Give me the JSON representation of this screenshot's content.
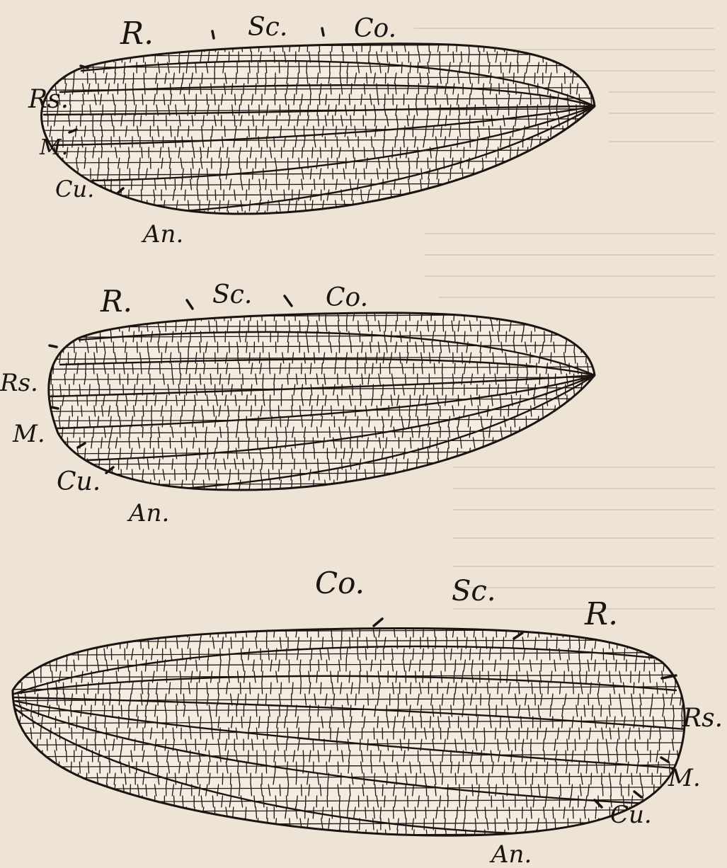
{
  "wings": [
    {
      "id": "top",
      "labels": {
        "r": "R.",
        "sc": "Sc.",
        "co": "Co.",
        "rs": "Rs.",
        "m": "M.",
        "cu": "Cu.",
        "an": "An."
      }
    },
    {
      "id": "middle",
      "labels": {
        "r": "R.",
        "sc": "Sc.",
        "co": "Co.",
        "rs": "Rs.",
        "m": "M.",
        "cu": "Cu.",
        "an": "An."
      }
    },
    {
      "id": "bottom",
      "labels": {
        "r": "R.",
        "sc": "Sc.",
        "co": "Co.",
        "rs": "Rs.",
        "m": "M.",
        "cu": "Cu.",
        "an": "An."
      }
    }
  ],
  "colors": {
    "paper": "#eee4d6",
    "ink": "#1b1410",
    "wing_fill": "#f3ece1",
    "bleed_through": "#cfc4b3"
  }
}
